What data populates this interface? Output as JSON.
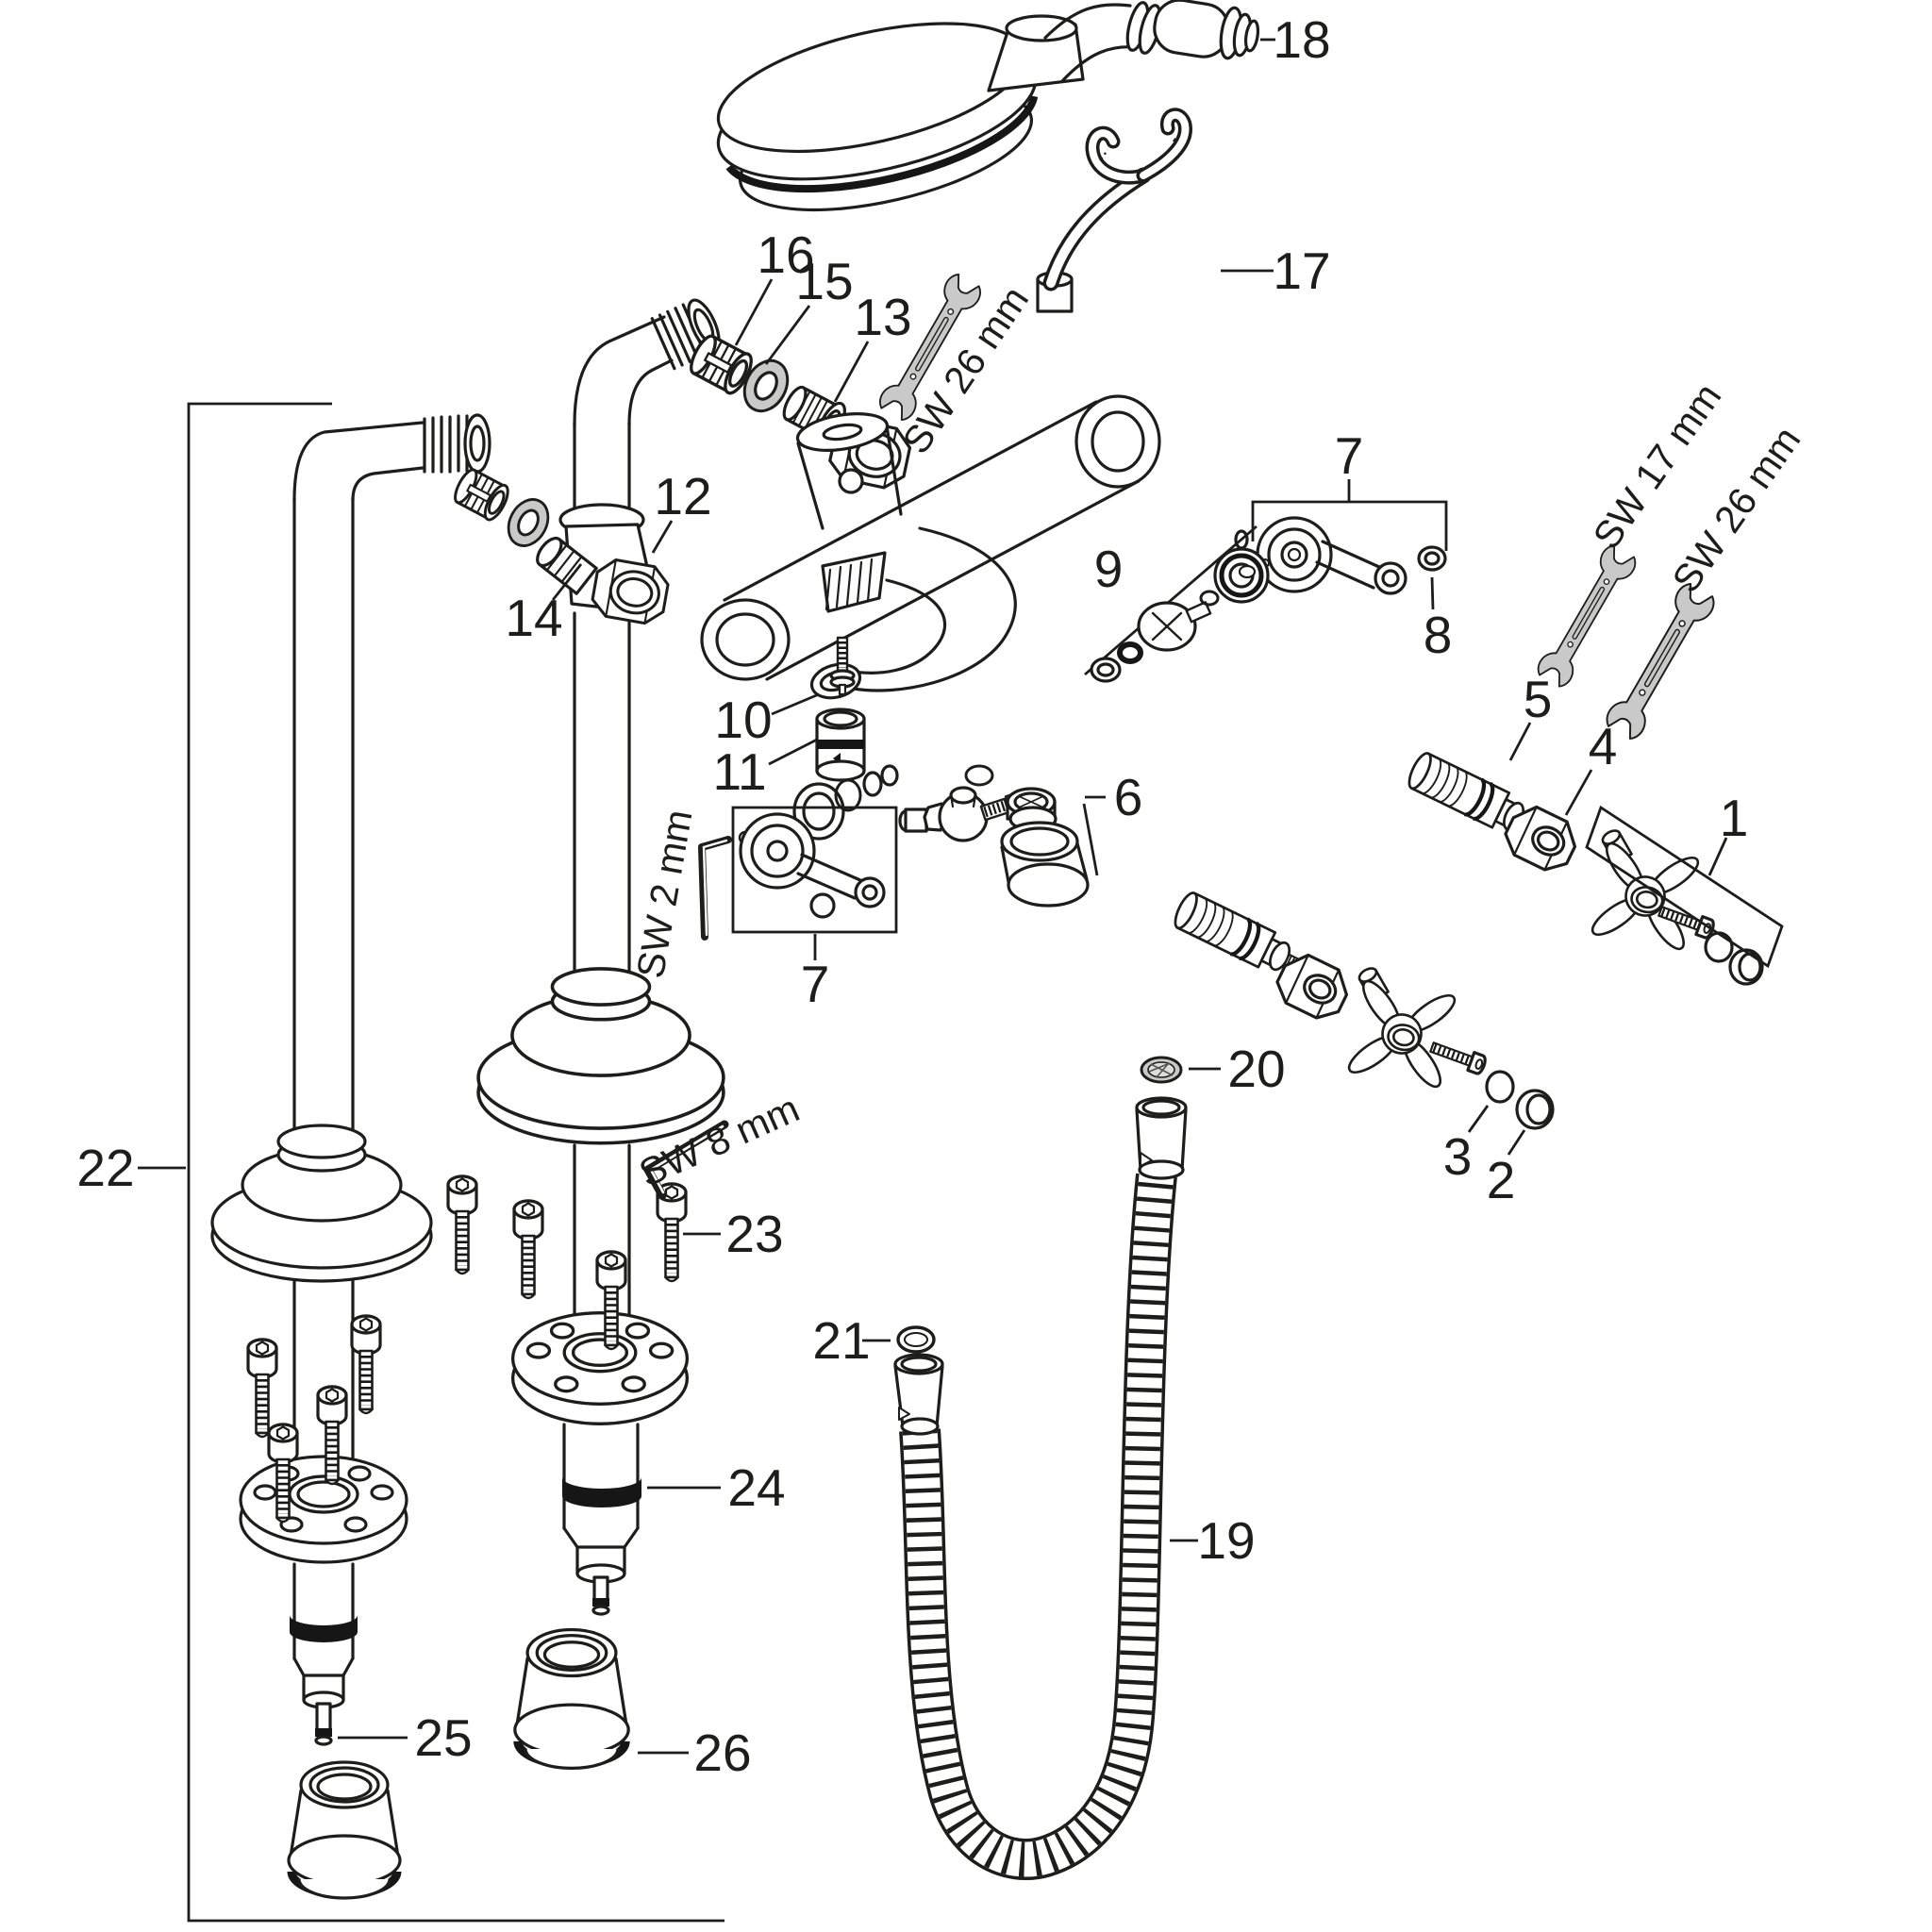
{
  "diagram": {
    "kind": "exploded-parts-diagram",
    "subject": "free-standing bath mixer with hand shower, shower hose and riser pipes",
    "background_color": "#ffffff",
    "line_color": "#1d1d1b",
    "tool_fill_color": "#c9c9c9",
    "callouts": {
      "c1": {
        "label": "1"
      },
      "c2": {
        "label": "2"
      },
      "c3": {
        "label": "3"
      },
      "c4": {
        "label": "4"
      },
      "c5": {
        "label": "5"
      },
      "c6": {
        "label": "6"
      },
      "c7a": {
        "label": "7"
      },
      "c7b": {
        "label": "7"
      },
      "c8": {
        "label": "8"
      },
      "c9": {
        "label": "9"
      },
      "c10": {
        "label": "10"
      },
      "c11": {
        "label": "11"
      },
      "c12": {
        "label": "12"
      },
      "c13": {
        "label": "13"
      },
      "c14": {
        "label": "14"
      },
      "c15": {
        "label": "15"
      },
      "c16": {
        "label": "16"
      },
      "c17": {
        "label": "17"
      },
      "c18": {
        "label": "18"
      },
      "c19": {
        "label": "19"
      },
      "c20": {
        "label": "20"
      },
      "c21": {
        "label": "21"
      },
      "c22": {
        "label": "22"
      },
      "c23": {
        "label": "23"
      },
      "c24": {
        "label": "24"
      },
      "c25": {
        "label": "25"
      },
      "c26": {
        "label": "26"
      }
    },
    "tools": {
      "sw26_top": {
        "label": "SW 26 mm"
      },
      "sw17_right": {
        "label": "SW 17 mm"
      },
      "sw26_right": {
        "label": "SW 26 mm"
      },
      "sw8_center": {
        "label": "SW 8 mm"
      },
      "sw2_center": {
        "label": "SW 2 mm"
      }
    }
  }
}
